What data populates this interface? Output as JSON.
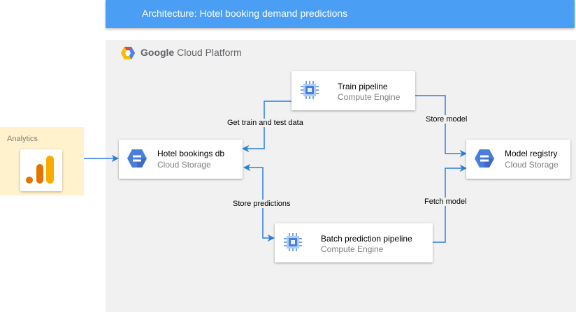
{
  "header": {
    "title": "Architecture: Hotel booking demand predictions"
  },
  "gcp": {
    "brand": "Google",
    "product": "Cloud Platform"
  },
  "analytics": {
    "label": "Analytics"
  },
  "nodes": {
    "train": {
      "title": "Train pipeline",
      "subtitle": "Compute Engine",
      "icon": "compute-engine-icon"
    },
    "hotel_db": {
      "title": "Hotel bookings db",
      "subtitle": "Cloud Storage",
      "icon": "cloud-storage-icon"
    },
    "model_registry": {
      "title": "Model registry",
      "subtitle": "Cloud Storage",
      "icon": "cloud-storage-icon"
    },
    "batch": {
      "title": "Batch prediction pipeline",
      "subtitle": "Compute Engine",
      "icon": "compute-engine-icon"
    }
  },
  "edges": {
    "get_data": "Get train and test data",
    "store_model": "Store model",
    "store_predictions": "Store predictions",
    "fetch_model": "Fetch model"
  },
  "colors": {
    "header": "#4a9ff5",
    "panel": "#f1f1f1",
    "arrow": "#2a7de1",
    "analytics_bg": "#fff2cc",
    "storage_blue": "#4a7fd9",
    "compute_blue": "#6fa6e8"
  }
}
